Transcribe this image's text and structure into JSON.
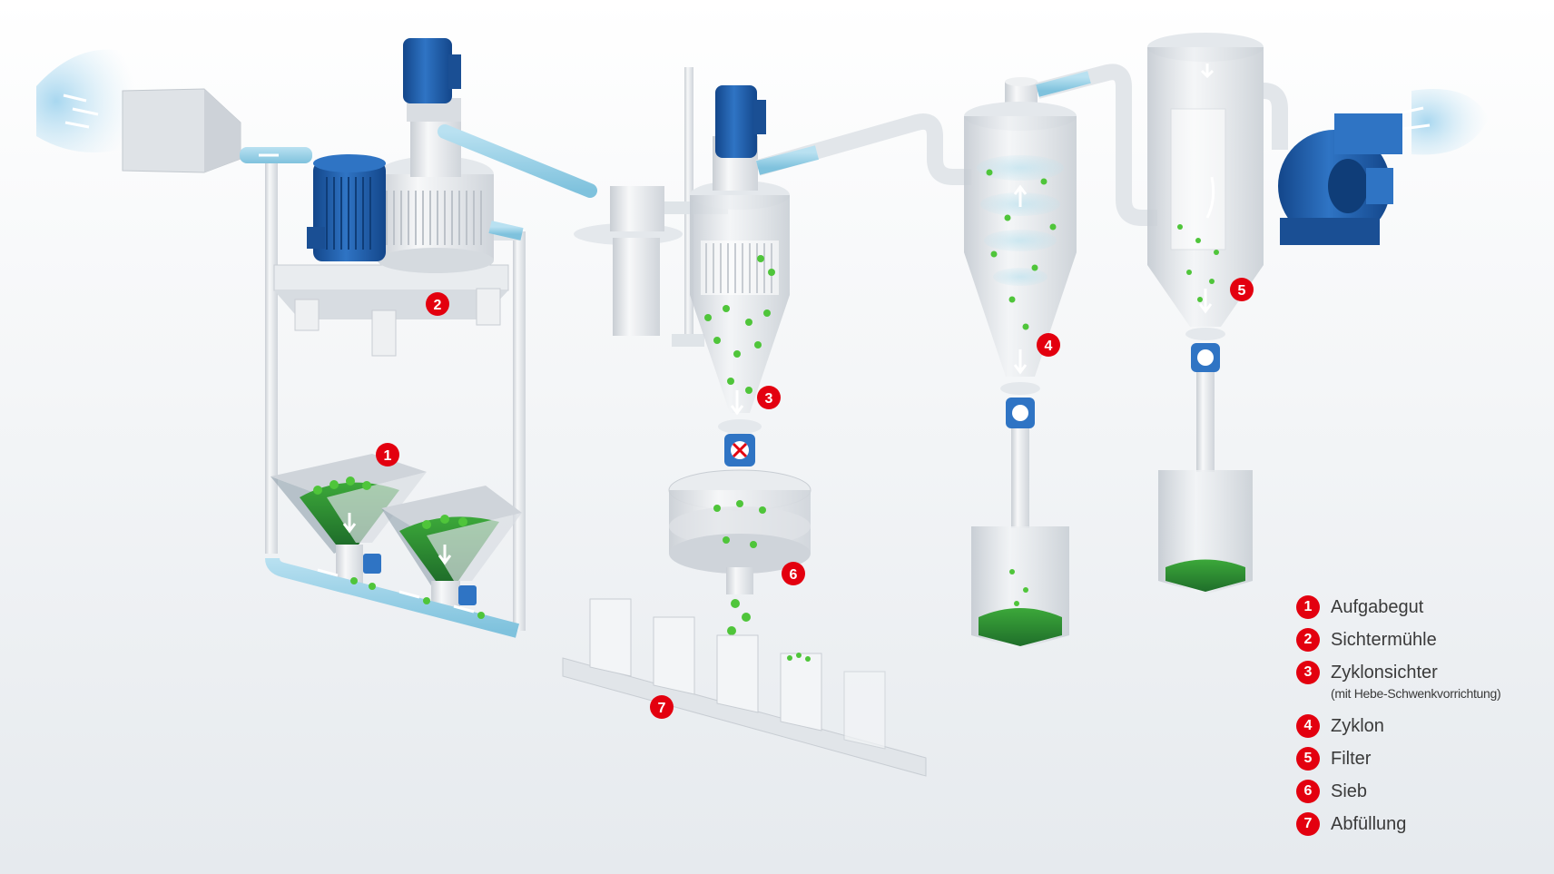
{
  "colors": {
    "accent_red": "#e3000f",
    "motor_blue": "#1f5fae",
    "particle_green": "#4fc53a",
    "steel": "#e2e6ea"
  },
  "markers": {
    "m1": "1",
    "m2": "2",
    "m3": "3",
    "m4": "4",
    "m5": "5",
    "m6": "6",
    "m7": "7"
  },
  "legend": [
    {
      "num": "1",
      "label": "Aufgabegut"
    },
    {
      "num": "2",
      "label": "Sichtermühle"
    },
    {
      "num": "3",
      "label": "Zyklonsichter",
      "sub": "(mit Hebe-Schwenkvorrichtung)"
    },
    {
      "num": "4",
      "label": "Zyklon"
    },
    {
      "num": "5",
      "label": "Filter"
    },
    {
      "num": "6",
      "label": "Sieb"
    },
    {
      "num": "7",
      "label": "Abfüllung"
    }
  ]
}
